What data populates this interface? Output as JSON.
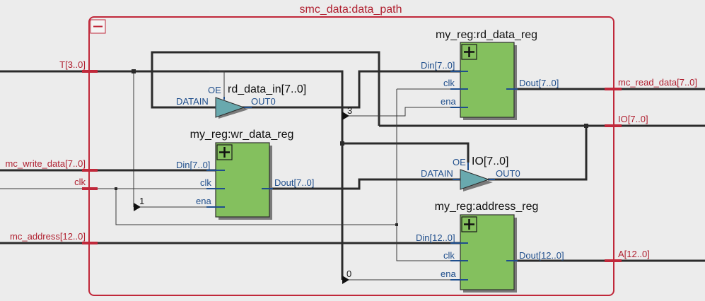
{
  "top_module": {
    "title": "smc_data:data_path",
    "collapse_icon": "minus-icon"
  },
  "ports": {
    "T": "T[3..0]",
    "mc_write_data": "mc_write_data[7..0]",
    "clk": "clk",
    "mc_address": "mc_address[12..0]",
    "mc_read_data": "mc_read_data[7..0]",
    "IO": "IO[7..0]",
    "A": "A[12..0]"
  },
  "registers": {
    "rd": {
      "title": "my_reg:rd_data_reg",
      "din": "Din[7..0]",
      "clk": "clk",
      "ena": "ena",
      "dout": "Dout[7..0]",
      "expand_icon": "plus-icon"
    },
    "wr": {
      "title": "my_reg:wr_data_reg",
      "din": "Din[7..0]",
      "clk": "clk",
      "ena": "ena",
      "dout": "Dout[7..0]",
      "expand_icon": "plus-icon"
    },
    "addr": {
      "title": "my_reg:address_reg",
      "din": "Din[12..0]",
      "clk": "clk",
      "ena": "ena",
      "dout": "Dout[12..0]",
      "expand_icon": "plus-icon"
    }
  },
  "buffers": {
    "rd_in": {
      "title": "rd_data_in[7..0]",
      "oe": "OE",
      "datain": "DATAIN",
      "out": "OUT0"
    },
    "io": {
      "title": "IO[7..0]",
      "oe": "OE",
      "datain": "DATAIN",
      "out": "OUT0"
    }
  },
  "bit_taps": {
    "t3": "3",
    "t1": "1",
    "t0": "0"
  },
  "colors": {
    "wire": "#2b2b2b",
    "port_red": "#c0283a",
    "pin_blue": "#1f4e8c",
    "register_green": "#84c05e",
    "buffer_teal": "#69a9ae",
    "background": "#ececec"
  }
}
